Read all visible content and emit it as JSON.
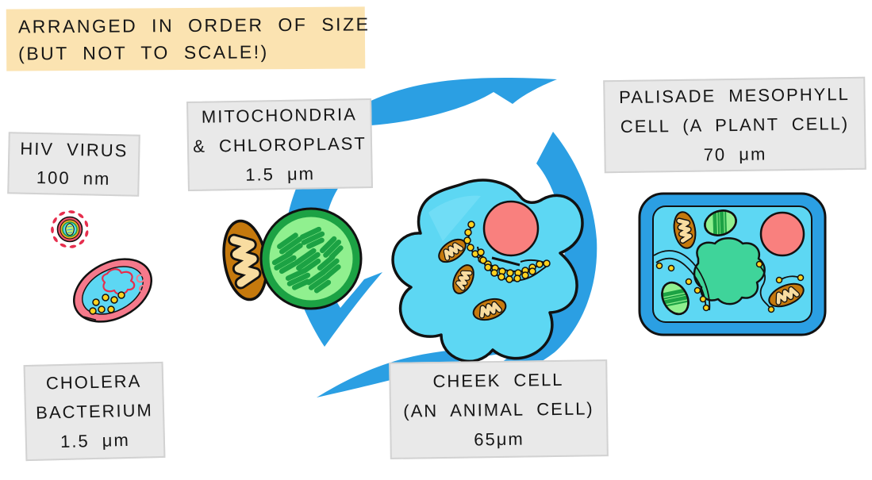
{
  "title": {
    "lines": [
      "ARRANGED IN ORDER OF SIZE",
      "(BUT NOT TO SCALE!)"
    ]
  },
  "labels": {
    "hiv": {
      "lines": [
        "HIV VIRUS",
        "100 nm"
      ]
    },
    "mitochondria": {
      "lines": [
        "MITOCHONDRIA",
        "& CHLOROPLAST",
        "1.5 μm"
      ]
    },
    "palisade": {
      "lines": [
        "PALISADE MESOPHYLL",
        "CELL (A PLANT CELL)",
        "70 μm"
      ]
    },
    "cholera": {
      "lines": [
        "CHOLERA",
        "BACTERIUM",
        "1.5 μm"
      ]
    },
    "cheek": {
      "lines": [
        "CHEEK CELL",
        "(AN ANIMAL CELL)",
        "65μm"
      ]
    }
  },
  "icons": [
    "cycle-arrows-icon",
    "hiv-virus-icon",
    "cholera-bacterium-icon",
    "mitochondrion-icon",
    "chloroplast-icon",
    "cheek-cell-icon",
    "plant-cell-icon"
  ],
  "colors": {
    "background": "#FFFFFF",
    "title_bg": "#FBE3B1",
    "label_bg": "#E9E9E9",
    "label_border": "#D2D2D2",
    "text": "#161616",
    "outline": "#111111",
    "arrow_blue": "#2B9FE3",
    "cell_cyan": "#5DD7F3",
    "cell_cyan_light": "#79DFF6",
    "nucleus_pink": "#F9807E",
    "mito_brown": "#C5790D",
    "cristae_cream": "#F8DCA0",
    "chloro_dark": "#1CA244",
    "chloro_light": "#90F08F",
    "vacuole_green": "#3FD49A",
    "bacterium_pink": "#F5798B",
    "dot_yellow": "#FFD21F",
    "virus_red": "#E62E4D",
    "virus_pink": "#F4536B",
    "virus_orange": "#F7A823",
    "capsid_green": "#BFED72"
  }
}
